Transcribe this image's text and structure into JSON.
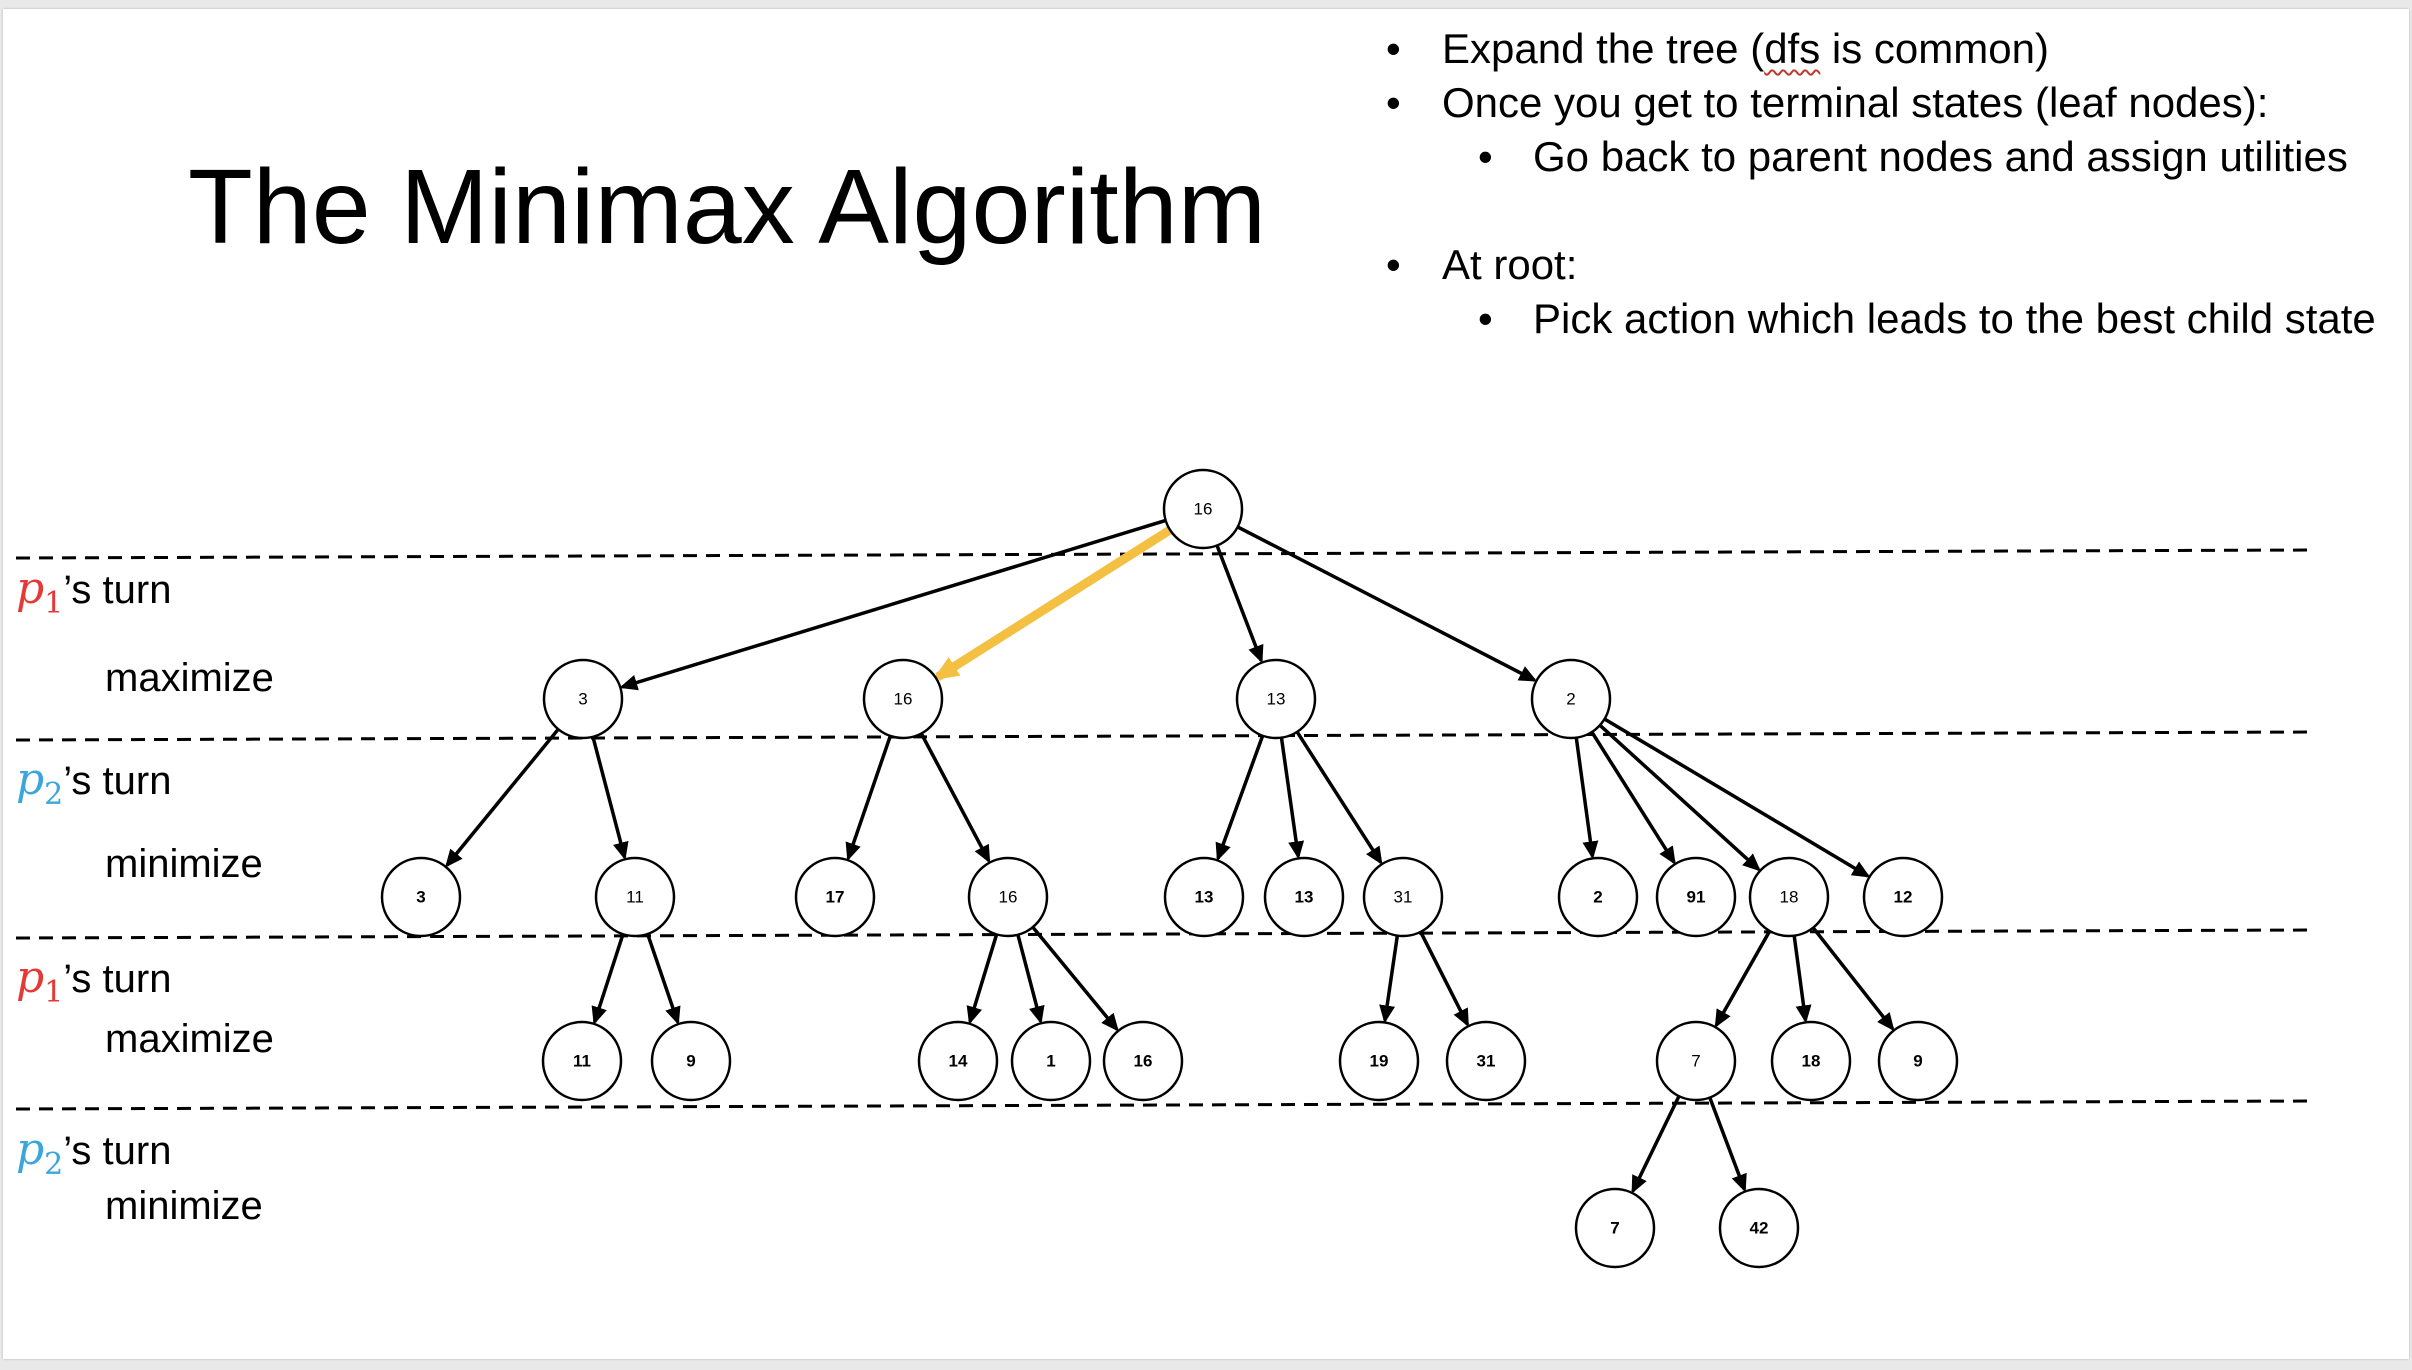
{
  "title": "The Minimax Algorithm",
  "bullets": [
    {
      "text_before": "Expand the tree (",
      "flagged_word": "dfs",
      "text_after": " is common)",
      "level": 1
    },
    {
      "text": "Once you get to terminal states (leaf nodes):",
      "level": 1
    },
    {
      "text": "Go back to parent nodes and assign utilities",
      "level": 2
    },
    {
      "text": "At root:",
      "level": 1
    },
    {
      "text": "Pick action which leads to the best child state",
      "level": 2
    }
  ],
  "bullet_glyph": "•",
  "rows": [
    {
      "player": "p",
      "subscript": "1",
      "suffix": "’s turn",
      "player_color": "#e53935",
      "action": "maximize"
    },
    {
      "player": "p",
      "subscript": "2",
      "suffix": "’s turn",
      "player_color": "#3aa6dc",
      "action": "minimize"
    },
    {
      "player": "p",
      "subscript": "1",
      "suffix": "’s turn",
      "player_color": "#e53935",
      "action": "maximize"
    },
    {
      "player": "p",
      "subscript": "2",
      "suffix": "’s turn",
      "player_color": "#3aa6dc",
      "action": "minimize"
    }
  ],
  "tree": {
    "root": "16",
    "level1": [
      {
        "id": "a",
        "value": "3",
        "bold": false
      },
      {
        "id": "b",
        "value": "16",
        "bold": false
      },
      {
        "id": "c",
        "value": "13",
        "bold": false
      },
      {
        "id": "d",
        "value": "2",
        "bold": false
      }
    ],
    "level2": [
      {
        "id": "a1",
        "parent": "a",
        "value": "3",
        "bold": true
      },
      {
        "id": "a2",
        "parent": "a",
        "value": "11",
        "bold": false
      },
      {
        "id": "b1",
        "parent": "b",
        "value": "17",
        "bold": true
      },
      {
        "id": "b2",
        "parent": "b",
        "value": "16",
        "bold": false
      },
      {
        "id": "c1",
        "parent": "c",
        "value": "13",
        "bold": true
      },
      {
        "id": "c2",
        "parent": "c",
        "value": "13",
        "bold": true
      },
      {
        "id": "c3",
        "parent": "c",
        "value": "31",
        "bold": false
      },
      {
        "id": "d1",
        "parent": "d",
        "value": "2",
        "bold": true
      },
      {
        "id": "d2",
        "parent": "d",
        "value": "91",
        "bold": true
      },
      {
        "id": "d3",
        "parent": "d",
        "value": "18",
        "bold": false
      },
      {
        "id": "d4",
        "parent": "d",
        "value": "12",
        "bold": true
      }
    ],
    "level3": [
      {
        "id": "a21",
        "parent": "a2",
        "value": "11",
        "bold": true
      },
      {
        "id": "a22",
        "parent": "a2",
        "value": "9",
        "bold": true
      },
      {
        "id": "b21",
        "parent": "b2",
        "value": "14",
        "bold": true
      },
      {
        "id": "b22",
        "parent": "b2",
        "value": "1",
        "bold": true
      },
      {
        "id": "b23",
        "parent": "b2",
        "value": "16",
        "bold": true
      },
      {
        "id": "c31",
        "parent": "c3",
        "value": "19",
        "bold": true
      },
      {
        "id": "c32",
        "parent": "c3",
        "value": "31",
        "bold": true
      },
      {
        "id": "d31",
        "parent": "d3",
        "value": "7",
        "bold": false
      },
      {
        "id": "d32",
        "parent": "d3",
        "value": "18",
        "bold": true
      },
      {
        "id": "d33",
        "parent": "d3",
        "value": "9",
        "bold": true
      }
    ],
    "level4": [
      {
        "id": "d311",
        "parent": "d31",
        "value": "7",
        "bold": true
      },
      {
        "id": "d312",
        "parent": "d31",
        "value": "42",
        "bold": true
      }
    ],
    "best_move_child": "b"
  },
  "colors": {
    "best_move_arrow": "#f4c042",
    "edge": "#000000",
    "dashed_line": "#000000"
  }
}
